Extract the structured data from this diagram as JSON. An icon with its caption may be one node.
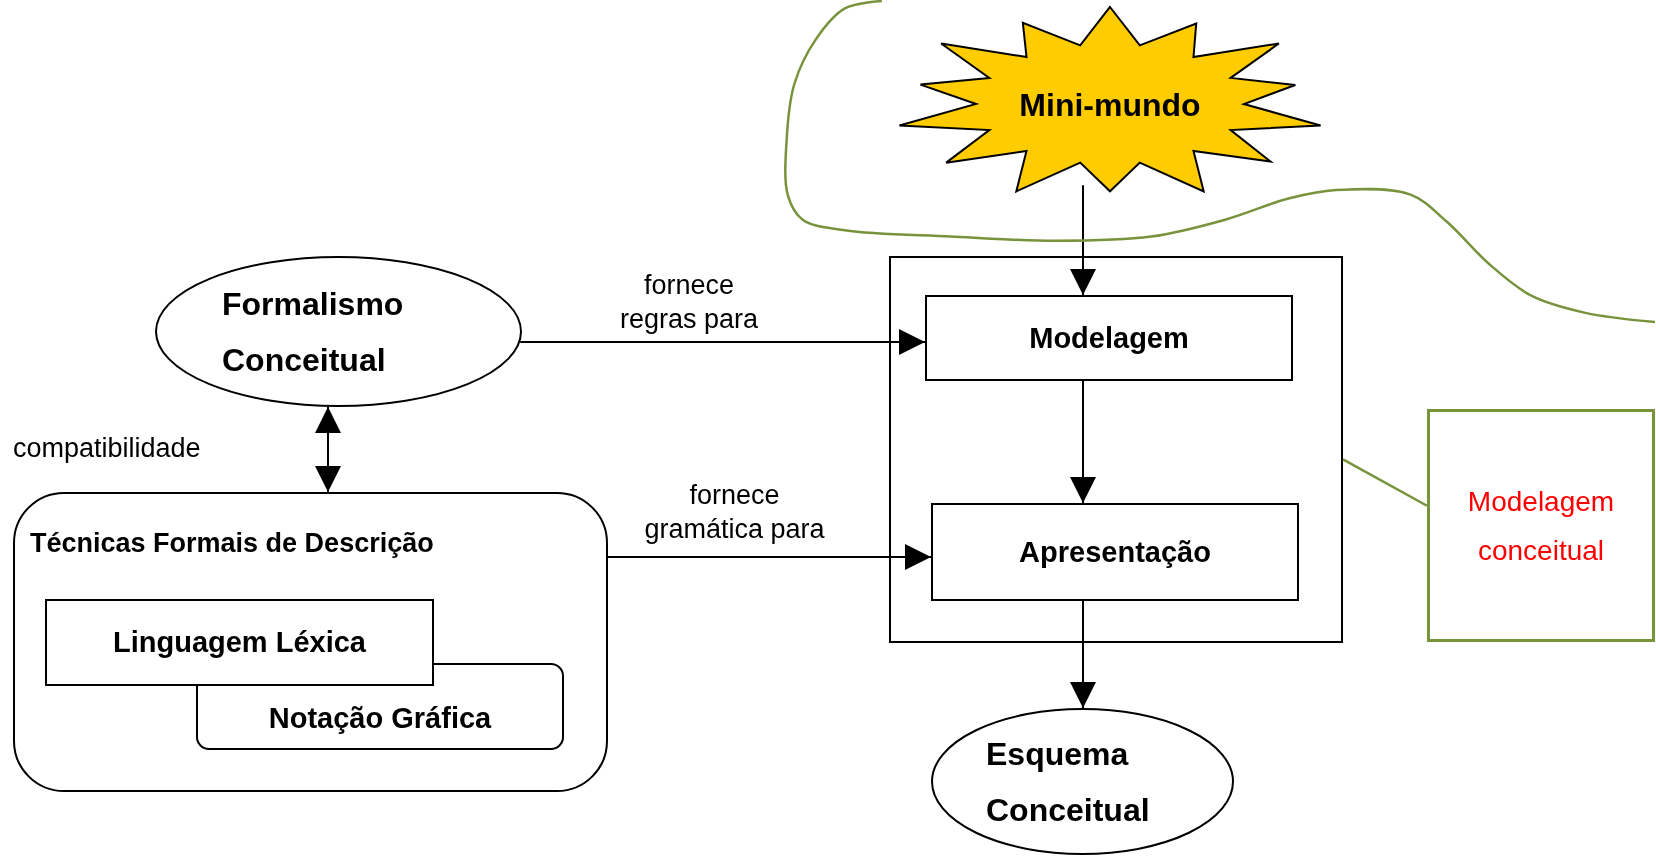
{
  "diagram": {
    "nodes": [
      {
        "text": [
          "Mini-mundo"
        ]
      },
      {
        "text": [],
        "shape": "box"
      },
      {
        "text": [
          "Modelagem"
        ],
        "in": 1
      },
      {
        "text": [
          "Apresentação"
        ],
        "in": 1
      },
      {
        "text": [
          "Formalismo Conceitual"
        ]
      },
      {
        "text": [
          "Técnicas Formais de Descrição"
        ]
      },
      {
        "text": [
          "Linguagem Léxica"
        ],
        "in": 5
      },
      {
        "text": [
          "Notação Gráfica"
        ],
        "in": 5
      },
      {
        "text": [
          "Esquema Conceitual"
        ]
      },
      {
        "text": [
          "Modelagem conceitual"
        ]
      }
    ],
    "edges": [
      {
        "from": 0,
        "to": 2,
        "arrow": "to"
      },
      {
        "from": 4,
        "to": 2,
        "arrow": "to",
        "label": "fornece regras para"
      },
      {
        "from": 4,
        "to": 5,
        "arrow": "both",
        "label": "compatibilidade"
      },
      {
        "from": 5,
        "to": 3,
        "arrow": "to",
        "label": "fornece gramática para"
      },
      {
        "from": 2,
        "to": 3,
        "arrow": "to"
      },
      {
        "from": 3,
        "to": 8,
        "arrow": "to"
      },
      {
        "from": 9,
        "to": 1,
        "arrow": "none",
        "color": "#77933c"
      }
    ]
  }
}
